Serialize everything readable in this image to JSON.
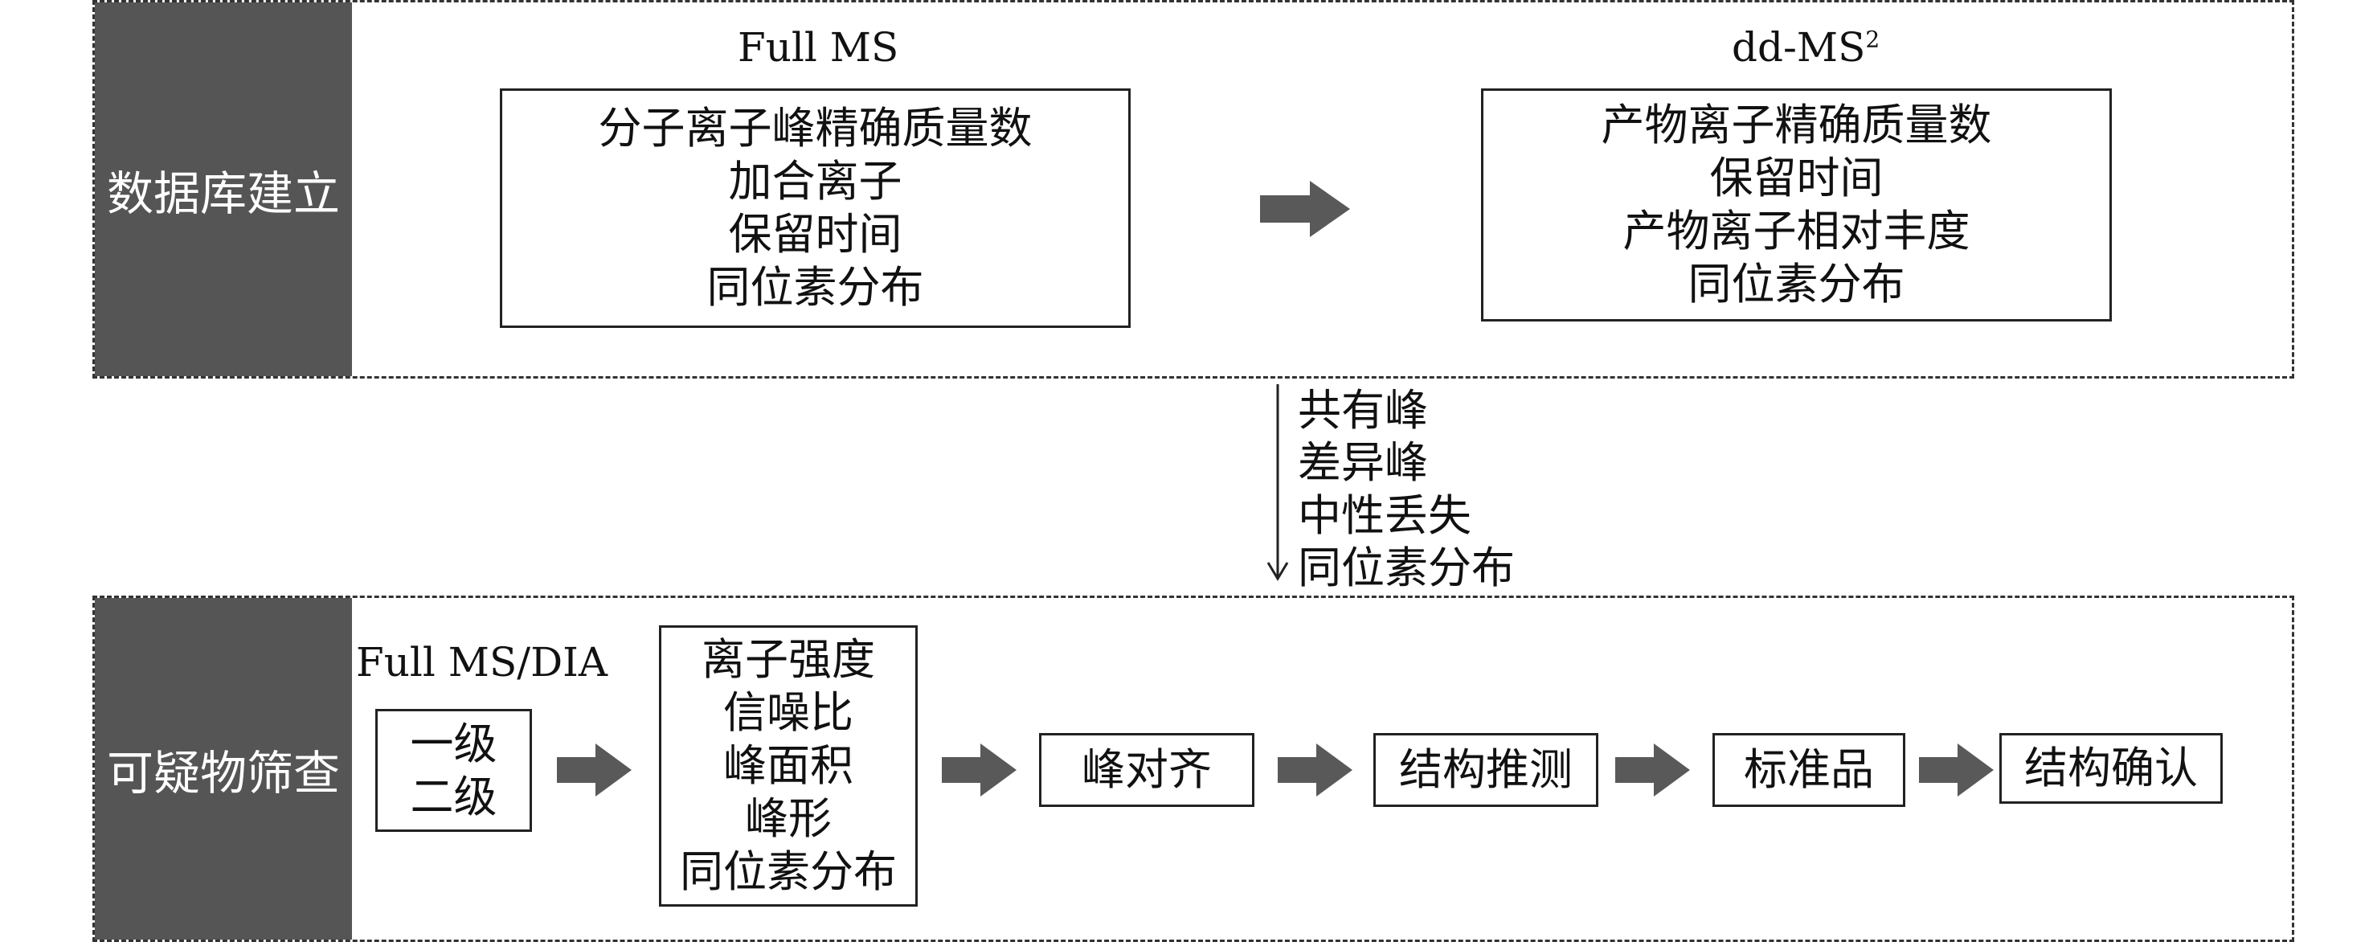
{
  "top": {
    "label": "数据库建立",
    "full_ms": {
      "caption": "Full MS",
      "items": [
        "分子离子峰精确质量数",
        "加合离子",
        "保留时间",
        "同位素分布"
      ]
    },
    "dd_ms": {
      "caption": "dd-MS",
      "caption_sup": "2",
      "items": [
        "产物离子精确质量数",
        "保留时间",
        "产物离子相对丰度",
        "同位素分布"
      ]
    }
  },
  "middle": {
    "items": [
      "共有峰",
      "差异峰",
      "中性丢失",
      "同位素分布"
    ]
  },
  "bottom": {
    "label": "可疑物筛查",
    "acq_caption": "Full MS/DIA",
    "levels": [
      "一级",
      "二级"
    ],
    "features": [
      "离子强度",
      "信噪比",
      "峰面积",
      "峰形",
      "同位素分布"
    ],
    "steps": [
      "峰对齐",
      "结构推测",
      "标准品",
      "结构确认"
    ]
  },
  "colors": {
    "side_fill": "#555555",
    "arrow_fill": "#595959",
    "border": "#222222"
  },
  "icons": [
    "right-arrow-icon",
    "down-arrow-icon"
  ]
}
